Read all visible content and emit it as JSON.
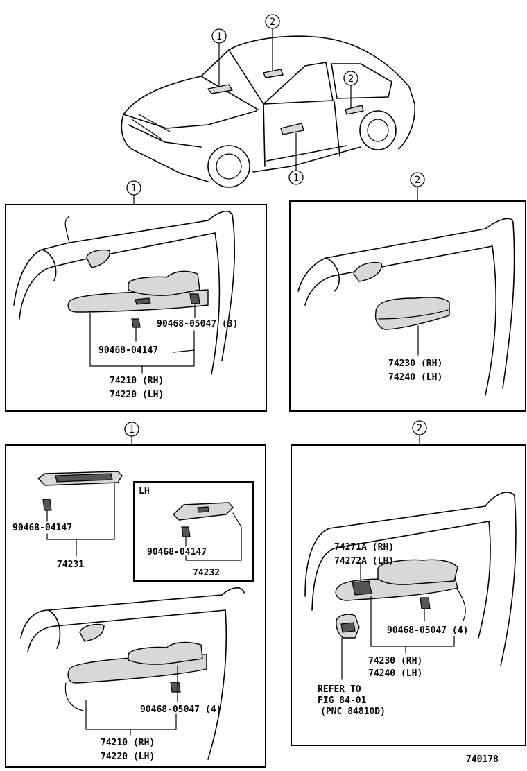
{
  "callouts": {
    "one": "1",
    "two": "2"
  },
  "panel_a": {
    "clip_label": "90468-05047 (3)",
    "clip2_label": "90468-04147",
    "part_rh": "74210 (RH)",
    "part_lh": "74220 (LH)"
  },
  "panel_b": {
    "part_rh": "74230 (RH)",
    "part_lh": "74240 (LH)"
  },
  "panel_c": {
    "clip_label": "90468-04147",
    "switch_part": "74231",
    "inset_title": "LH",
    "inset_clip_label": "90468-04147",
    "inset_part": "74232",
    "door_clip_label": "90468-05047 (4)",
    "part_rh": "74210 (RH)",
    "part_lh": "74220 (LH)"
  },
  "panel_d": {
    "cover_rh": "74271A (RH)",
    "cover_lh": "74272A (LH)",
    "clip_label": "90468-05047 (4)",
    "part_rh": "74230 (RH)",
    "part_lh": "74240 (LH)",
    "refer_line1": "REFER TO",
    "refer_line2": "FIG 84-01",
    "refer_line3": "(PNC 84810D)"
  },
  "figure_number": "740178"
}
